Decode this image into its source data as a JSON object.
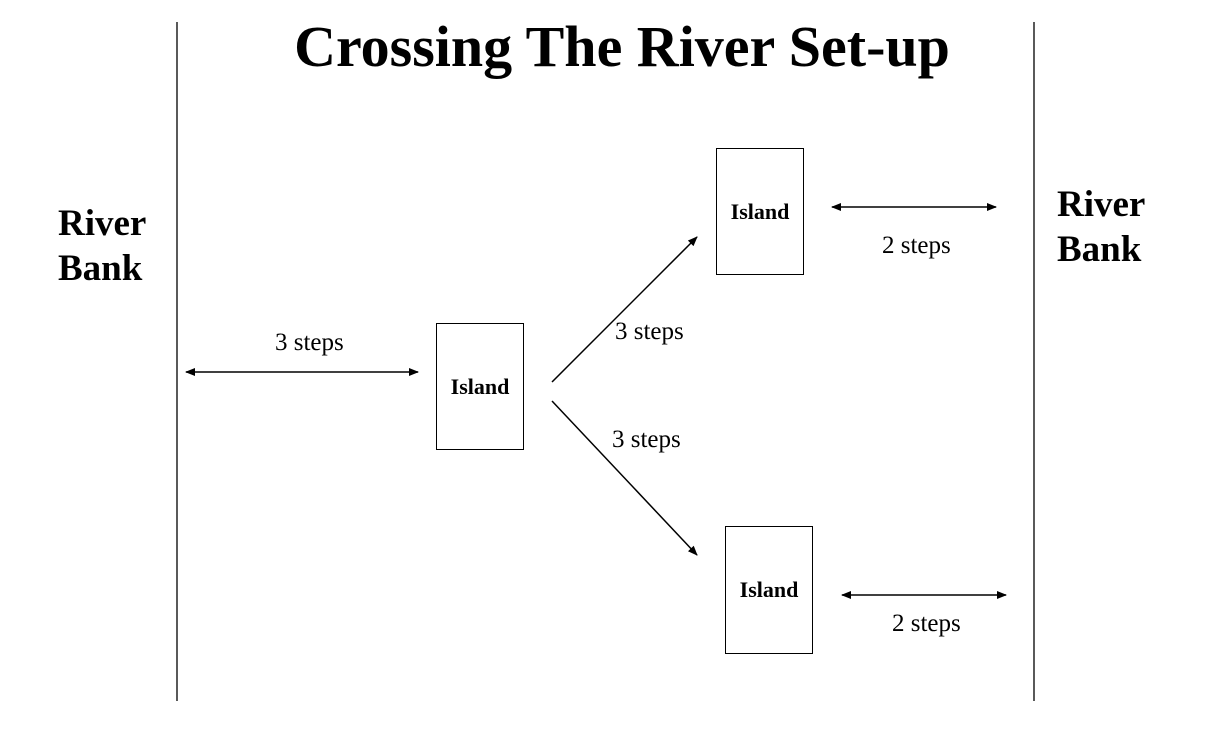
{
  "title": "Crossing The River Set-up",
  "left_bank": {
    "line1": "River",
    "line2": "Bank"
  },
  "right_bank": {
    "line1": "River",
    "line2": "Bank"
  },
  "islands": {
    "middle": "Island",
    "top": "Island",
    "bottom": "Island"
  },
  "distances": {
    "bank_to_middle": "3 steps",
    "middle_to_top": "3 steps",
    "middle_to_bottom": "3 steps",
    "top_to_bank": "2 steps",
    "bottom_to_bank": "2 steps"
  }
}
